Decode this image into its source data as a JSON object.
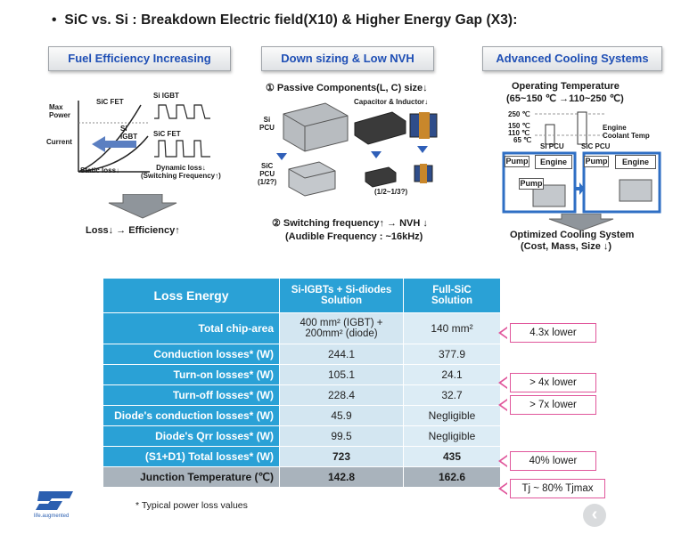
{
  "title": "SiC vs. Si : Breakdown Electric field(X10) & Higher Energy Gap (X3):",
  "bullet": "•",
  "sections": {
    "s1": "Fuel Efficiency Increasing",
    "s2": "Down sizing & Low NVH",
    "s3": "Advanced Cooling Systems"
  },
  "left_panel": {
    "max_power": "Max\nPower",
    "current": "Current",
    "sic_fet_curve": "SiC FET",
    "si_igbt_curve": "Si\nIGBT",
    "static_loss": "Static loss↓",
    "si_igbt_wave": "Si IGBT",
    "sic_fet_wave": "SiC FET",
    "dynamic_loss": "Dynamic loss↓\n(Switching Frequency↑)",
    "result": "Loss↓ → Efficiency↑"
  },
  "middle_panel": {
    "passive": "① Passive Components(L, C) size↓",
    "si_pcu": "Si\nPCU",
    "sic_pcu": "SiC\nPCU\n(1/2?)",
    "cap_ind": "Capacitor & Inductor↓",
    "ratio": "(1/2~1/3?)",
    "switching": "② Switching frequency↑ → NVH ↓",
    "audible": "(Audible Frequency : ~16kHz)"
  },
  "right_panel": {
    "op_temp": "Operating Temperature",
    "temp_range": "(65~150 ℃ →110~250 ℃)",
    "t250": "250 ℃",
    "t150": "150 ℃",
    "t110": "110 ℃",
    "t65": "65 ℃",
    "engine_coolant": "Engine\nCoolant Temp",
    "si_pcu": "Si PCU",
    "sic_pcu": "SiC PCU",
    "pump": "Pump",
    "engine": "Engine",
    "optimized": "Optimized Cooling System",
    "optimized2": "(Cost, Mass, Size ↓)"
  },
  "table": {
    "headers": [
      "Loss Energy",
      "Si-IGBTs + Si-diodes\nSolution",
      "Full-SiC\nSolution"
    ],
    "rows": [
      {
        "label": "Total chip-area",
        "si": "400 mm² (IGBT) +\n200mm² (diode)",
        "sic": "140 mm²"
      },
      {
        "label": "Conduction losses* (W)",
        "si": "244.1",
        "sic": "377.9"
      },
      {
        "label": "Turn-on losses* (W)",
        "si": "105.1",
        "sic": "24.1"
      },
      {
        "label": "Turn-off losses* (W)",
        "si": "228.4",
        "sic": "32.7"
      },
      {
        "label": "Diode's conduction losses* (W)",
        "si": "45.9",
        "sic": "Negligible"
      },
      {
        "label": "Diode's Qrr losses* (W)",
        "si": "99.5",
        "sic": "Negligible"
      },
      {
        "label": "(S1+D1) Total losses* (W)",
        "si": "723",
        "sic": "435"
      },
      {
        "label": "Junction Temperature (℃)",
        "si": "142.8",
        "sic": "162.6"
      }
    ],
    "footnote": "* Typical power loss values"
  },
  "notes": [
    "4.3x lower",
    "> 4x lower",
    "> 7x lower",
    "40% lower",
    "Tj ~ 80% Tjmax"
  ],
  "logo": {
    "text": "life.augmented"
  },
  "colors": {
    "table_blue": "#2aa1d6",
    "section_text": "#1f4fb5",
    "note_border": "#e0569b"
  }
}
